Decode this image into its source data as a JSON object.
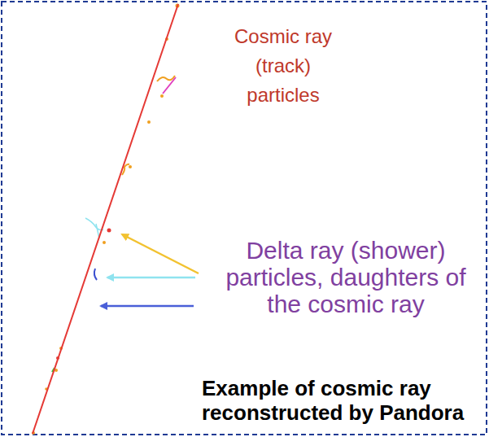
{
  "diagram": {
    "labels": [
      "Cosmic ray (track) particles",
      "Delta ray (shower) particles, daughters of the cosmic ray",
      "Example of cosmic ray reconstructed by Pandora"
    ]
  }
}
